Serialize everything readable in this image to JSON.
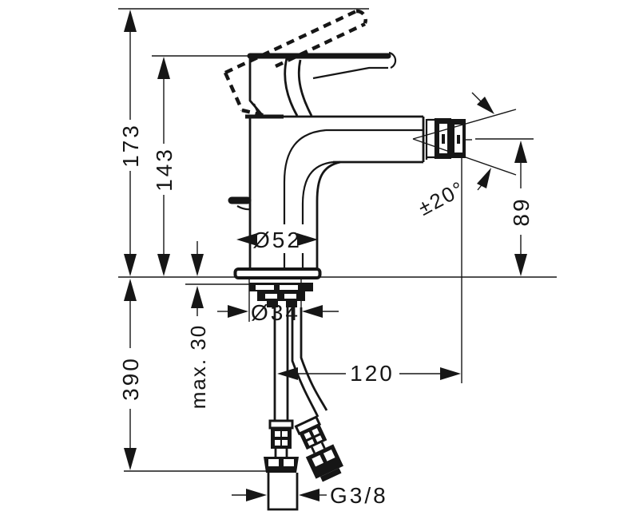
{
  "drawing": {
    "title": "bidet-mixer-technical-drawing",
    "colors": {
      "line": "#161616",
      "background": "#ffffff"
    },
    "dimensions": {
      "overall_height": "173",
      "handle_height": "143",
      "hose_length": "390",
      "max_mounting_thickness": "max. 30",
      "base_diameter": "Ø52",
      "shaft_diameter": "Ø34",
      "spout_reach": "120",
      "thread_size": "G3/8",
      "swivel_angle": "±20°",
      "outlet_height": "89"
    }
  }
}
